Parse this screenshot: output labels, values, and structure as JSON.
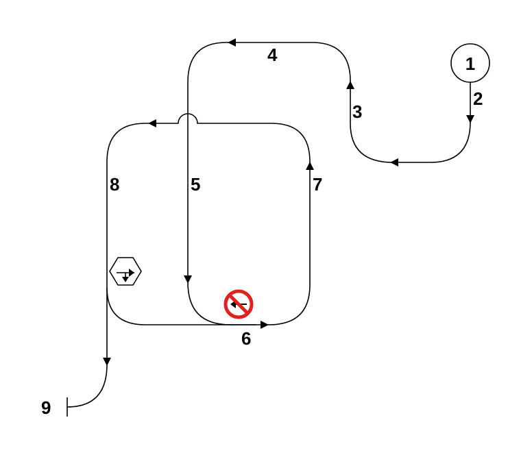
{
  "diagram": {
    "labels": {
      "start": "1",
      "seg2": "2",
      "seg3": "3",
      "seg4": "4",
      "seg5": "5",
      "seg6": "6",
      "seg7": "7",
      "seg8": "8",
      "end": "9"
    },
    "icons": {
      "no_turn": "no-left-turn-icon",
      "turn": "turn-hexagon-icon"
    },
    "colors": {
      "line": "#000000",
      "prohibition": "#e3201b"
    }
  }
}
